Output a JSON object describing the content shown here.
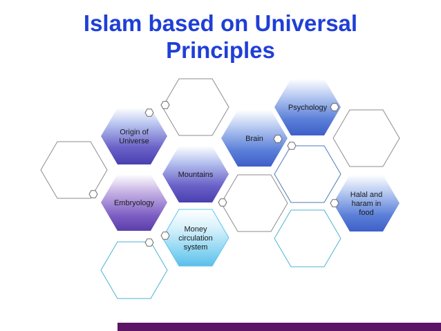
{
  "title": {
    "line1": "Islam based on Universal",
    "line2": "Principles"
  },
  "colors": {
    "title": "#1f3fd6",
    "blue_fill": "#4a6fd2",
    "purple_fill": "#6d55bf",
    "cyan_fill": "#5bc4ee",
    "outline_cyan": "#4ab3d2",
    "outline_gray": "#8b8b8b",
    "outline_blue": "#4d79b8",
    "footer_bar": "#5b1466"
  },
  "hexagons": [
    {
      "id": "empty-top-left",
      "label": [],
      "style": "outline-gray"
    },
    {
      "id": "origin",
      "label": [
        "Origin of",
        "Universe"
      ],
      "style": "blue-purple"
    },
    {
      "id": "embryology",
      "label": [
        "Embryology"
      ],
      "style": "purple"
    },
    {
      "id": "empty-bottom-left",
      "label": [],
      "style": "outline-cyan"
    },
    {
      "id": "empty-top",
      "label": [],
      "style": "outline-gray"
    },
    {
      "id": "mountains",
      "label": [
        "Mountains"
      ],
      "style": "blue-purple"
    },
    {
      "id": "money",
      "label": [
        "Money",
        "circulation",
        "system"
      ],
      "style": "cyan"
    },
    {
      "id": "brain",
      "label": [
        "Brain"
      ],
      "style": "blue"
    },
    {
      "id": "empty-mid",
      "label": [],
      "style": "outline-gray"
    },
    {
      "id": "psychology",
      "label": [
        "Psychology"
      ],
      "style": "blue"
    },
    {
      "id": "empty-mid-right",
      "label": [],
      "style": "outline-blue"
    },
    {
      "id": "empty-low-right",
      "label": [],
      "style": "outline-cyan"
    },
    {
      "id": "empty-top-right",
      "label": [],
      "style": "outline-gray"
    },
    {
      "id": "halal",
      "label": [
        "Halal and",
        "haram in",
        "food"
      ],
      "style": "blue"
    }
  ]
}
